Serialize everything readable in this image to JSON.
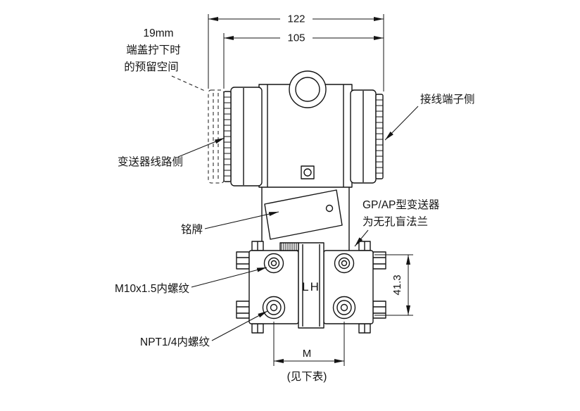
{
  "dimensions": {
    "total_width": "122",
    "housing_width": "105",
    "flange_offset": "41.3",
    "process_spacing": "M",
    "process_spacing_note": "(见下表)"
  },
  "labels": {
    "clearance_line1": "19mm",
    "clearance_line2": "端盖拧下时",
    "clearance_line3": "的预留空间",
    "terminal_side": "接线端子侧",
    "circuit_side": "变送器线路侧",
    "nameplate": "铭牌",
    "flange_note_line1": "GP/AP型变送器",
    "flange_note_line2": "为无孔盲法兰",
    "thread_m10": "M10x1.5内螺纹",
    "thread_npt": "NPT1/4内螺纹",
    "lh_mark": "LH"
  },
  "colors": {
    "line": "#141414",
    "background": "#ffffff"
  }
}
